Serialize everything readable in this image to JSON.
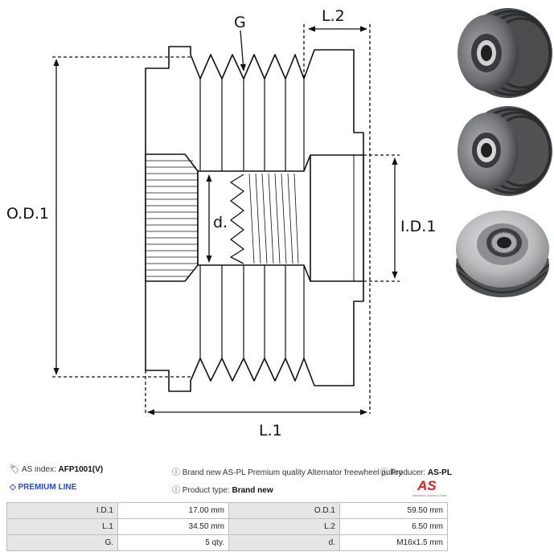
{
  "diagram": {
    "labels": {
      "g": "G",
      "l2": "L.2",
      "od1": "O.D.1",
      "id1": "I.D.1",
      "d": "d.",
      "l1": "L.1"
    }
  },
  "info": {
    "as_index_label": "AS index:",
    "as_index_value": "AFP1001(V)",
    "premium_line": "PREMIUM LINE",
    "description": "Brand new AS-PL Premium quality Alternator freewheel pulley",
    "producer_label": "Producer:",
    "producer_value": "AS-PL",
    "product_type_label": "Product type:",
    "product_type_value": "Brand new"
  },
  "logo": {
    "text": "AS",
    "tagline": "Alternators, Starters & Parts",
    "color": "#e01b1b"
  },
  "specs": {
    "rows": [
      {
        "k1": "I.D.1",
        "v1": "17.00 mm",
        "k2": "O.D.1",
        "v2": "59.50 mm"
      },
      {
        "k1": "L.1",
        "v1": "34.50 mm",
        "k2": "L.2",
        "v2": "6.50 mm"
      },
      {
        "k1": "G.",
        "v1": "5 qty.",
        "k2": "d.",
        "v2": "M16x1.5 mm"
      }
    ]
  },
  "icons": {
    "tag": "tag-icon",
    "diamond": "diamond-icon",
    "info": "info-icon"
  },
  "colors": {
    "premium": "#2a4fc0",
    "table_key_bg": "#e6e6e6",
    "table_border": "#bdbdbd"
  }
}
